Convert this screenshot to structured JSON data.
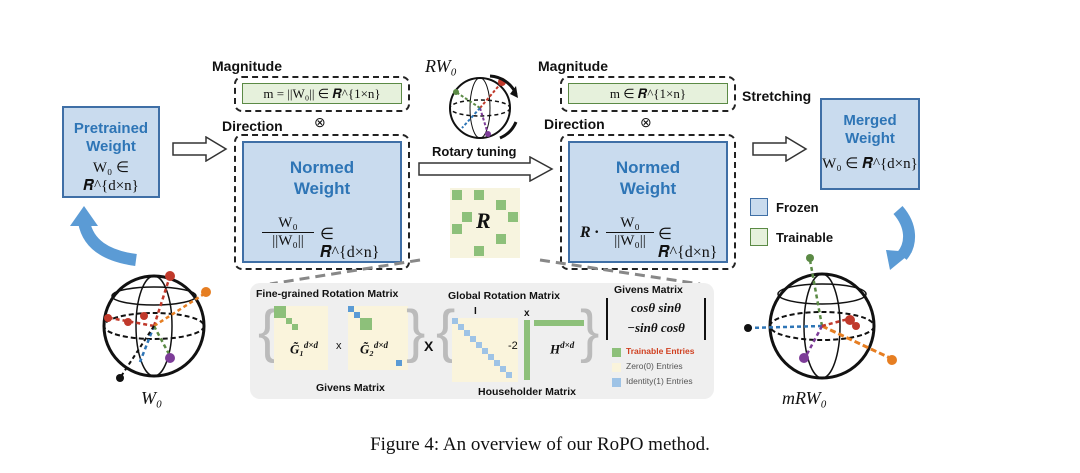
{
  "pretrained": {
    "line1": "Pretrained",
    "line2": "Weight",
    "formula": "W₀ ∈ 𝑹^{d×n}"
  },
  "left_magnitude_label": "Magnitude",
  "left_magnitude_formula": "m = ||W₀|| ∈ 𝑹^{1×n}",
  "left_direction_label": "Direction",
  "left_normed": {
    "line1": "Normed",
    "line2": "Weight",
    "num": "W₀",
    "den": "||W₀||",
    "rhs": "∈ 𝑹^{d×n}"
  },
  "rw0_label": "RW₀",
  "rotary_label": "Rotary tuning",
  "r_label": "R",
  "right_magnitude_label": "Magnitude",
  "right_magnitude_formula": "m ∈ 𝑹^{1×n}",
  "stretching_label": "Stretching",
  "right_direction_label": "Direction",
  "right_normed": {
    "line1": "Normed",
    "line2": "Weight",
    "prefix": "R ·",
    "num": "W₀",
    "den": "||W₀||",
    "rhs": "∈ 𝑹^{d×n}"
  },
  "merged": {
    "line1": "Merged",
    "line2": "Weight",
    "formula": "W₀ ∈ 𝑹^{d×n}"
  },
  "legend": {
    "frozen": "Frozen",
    "trainable": "Trainable"
  },
  "w0_label": "W₀",
  "mrw0_label": "mRW₀",
  "detail": {
    "fine_title": "Fine-grained Rotation Matrix",
    "g1": "G̃₁",
    "g2": "G̃₂",
    "sup": "d×d",
    "times1": "x",
    "big_times": "X",
    "givens_label": "Givens Matrix",
    "global_title": "Global Rotation Matrix",
    "i_label": "I",
    "minus2": "-2",
    "x_small": "x",
    "h_label": "H",
    "householder_label": "Householder Matrix",
    "givens_title": "Givens Matrix",
    "givens_row1": "cosθ  sinθ",
    "givens_row2": "−sinθ  cosθ",
    "legend_trainable": "Trainable Entries",
    "legend_zero": "Zero(0) Entries",
    "legend_identity": "Identity(1) Entries"
  },
  "caption": "Figure 4: An overview of our RoPO method.",
  "colors": {
    "frozen_fill": "#c9dbee",
    "trainable_fill": "#e6f1dc",
    "accent_blue": "#2e75b6",
    "trainable_red": "#d04020"
  }
}
